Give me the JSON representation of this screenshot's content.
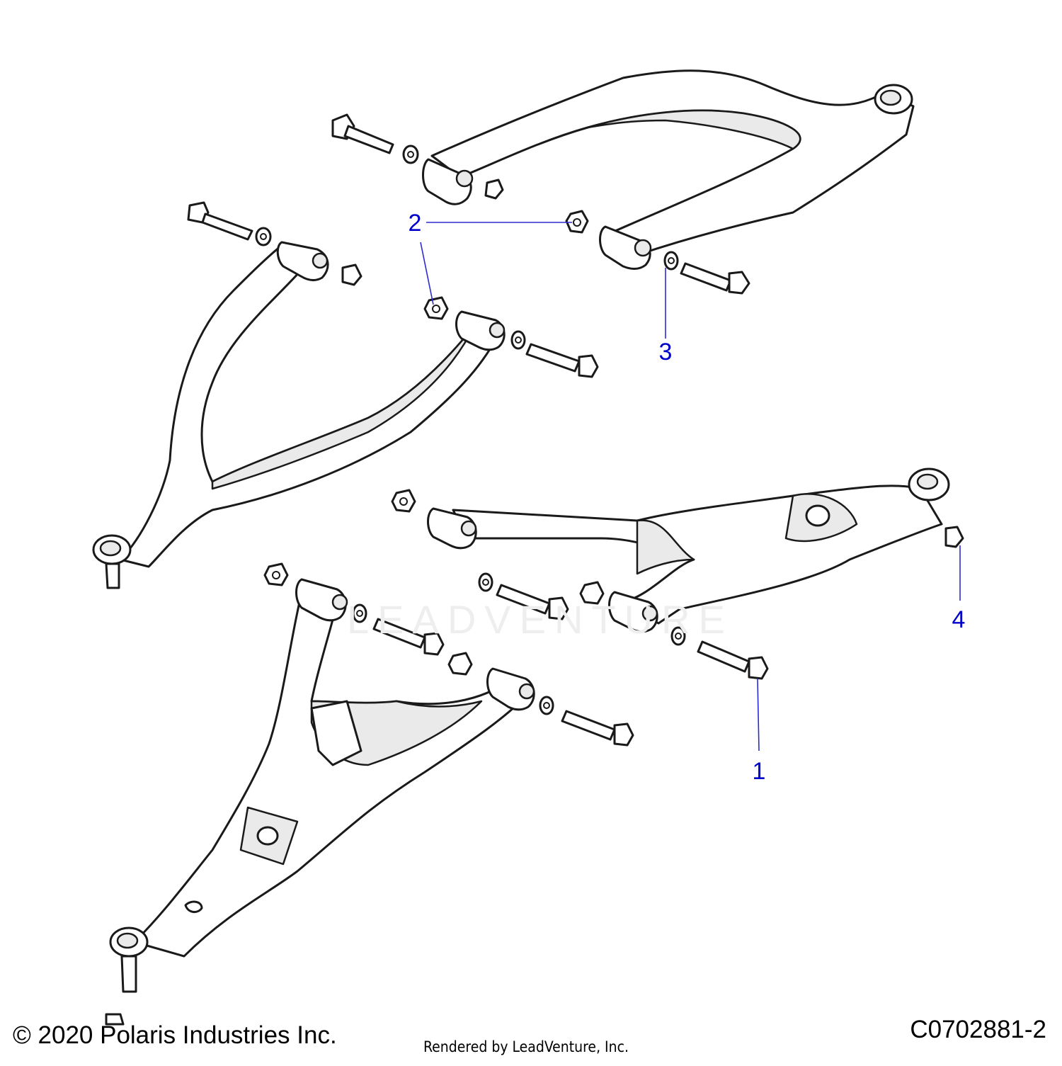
{
  "diagram": {
    "callouts": [
      {
        "id": "callout-2",
        "label": "2"
      },
      {
        "id": "callout-3",
        "label": "3"
      },
      {
        "id": "callout-4",
        "label": "4"
      },
      {
        "id": "callout-1",
        "label": "1"
      }
    ]
  },
  "footer": {
    "copyright": "© 2020 Polaris Industries Inc.",
    "rendered_by": "Rendered by LeadVenture, Inc.",
    "diagram_id": "C0702881-2"
  },
  "watermark": {
    "text": "LEADVENTURE"
  },
  "colors": {
    "outline": "#1a1a1a",
    "fill": "#ffffff",
    "shade": "#eaeaea",
    "callout": "#0000cc",
    "watermark": "#eeeeee"
  }
}
